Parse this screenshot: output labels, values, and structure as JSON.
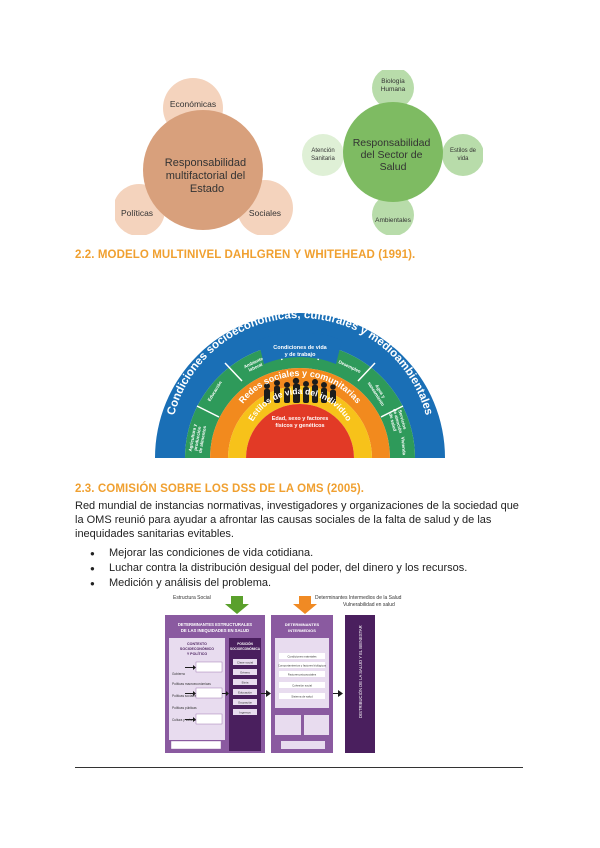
{
  "diagrams": {
    "state": {
      "center": "Responsabilidad multifactorial del Estado",
      "top": "Económicas",
      "left": "Políticas",
      "right": "Sociales"
    },
    "health": {
      "center": "Responsabilidad del Sector de Salud",
      "top": "Biología Humana",
      "left": "Atención Sanitaria",
      "right": "Estilos de vida",
      "bottom": "Ambientales"
    }
  },
  "section_22": {
    "heading": "2.2. MODELO MULTINIVEL DAHLGREN Y WHITEHEAD (1991)."
  },
  "rainbow": {
    "outer_label": "Condiciones socioeconómicas, culturales y medioambientales",
    "living_label": "Condiciones de vida y de trabajo",
    "segments": [
      "Agricultura y producción de alimentos",
      "Educación",
      "Ambiente laboral",
      "Desempleo",
      "Agua y saneamiento",
      "Servicios de atención de salud",
      "Vivienda"
    ],
    "social_label": "Redes sociales y comunitarias",
    "lifestyle_label": "Estilos de vida del individuo",
    "core_label": "Edad, sexo y factores físicos y genéticos",
    "colors": {
      "outer": "#1a6fb6",
      "green": "#2e9a5a",
      "orange": "#f28a1e",
      "yellow": "#f7c21a",
      "red": "#e23a26",
      "core": "#f25a3a"
    }
  },
  "section_23": {
    "heading": "2.3. COMISIÓN SOBRE LOS DSS DE LA OMS (2005).",
    "paragraph": "Red mundial de instancias normativas, investigadores y organizaciones de la sociedad que la OMS reunió para ayudar a afrontar las causas sociales de la falta de salud y de las inequidades sanitarias evitables.",
    "bullets": [
      "Mejorar las condiciones de vida cotidiana.",
      "Luchar contra la distribución desigual del poder, del dinero y los recursos.",
      "Medición y análisis del problema."
    ]
  },
  "who_diagram": {
    "top_left_label": "Estructura Social",
    "top_right_label": "Determinantes Intermedios de la Salud",
    "vulnerability_label": "Vulnerabilidad en salud",
    "structural_header": "DETERMINANTES ESTRUCTURALES DE LAS INEQUIDADES EN SALUD",
    "intermediate_header": "DETERMINANTES INTERMEDIOS",
    "context_label": "CONTEXTO SOCIOECONÓMICO Y POLÍTICO",
    "context_items": [
      "Gobierno",
      "Políticas macroeconómicas",
      "Políticas sociales",
      "Políticas públicas",
      "Cultura y valores"
    ],
    "position_label": "POSICIÓN SOCIOECONÓMICA",
    "position_items": [
      "Clase social",
      "Género",
      "Etnia",
      "Educación",
      "Ocupación",
      "Ingresos"
    ],
    "intermediate_items": [
      "Condiciones materiales",
      "Comportamientos y factores biológicos",
      "Factores psicosociales",
      "Cohesión social",
      "Sistema de salud"
    ],
    "outcome_label": "DISTRIBUCIÓN DE LA SALUD Y EL BIENESTAR",
    "colors": {
      "panel": "#8a5aa0",
      "dark": "#4a1f5e",
      "light": "#e8dcef",
      "green_arrow": "#5aa02c",
      "orange_arrow": "#f08a24"
    }
  }
}
